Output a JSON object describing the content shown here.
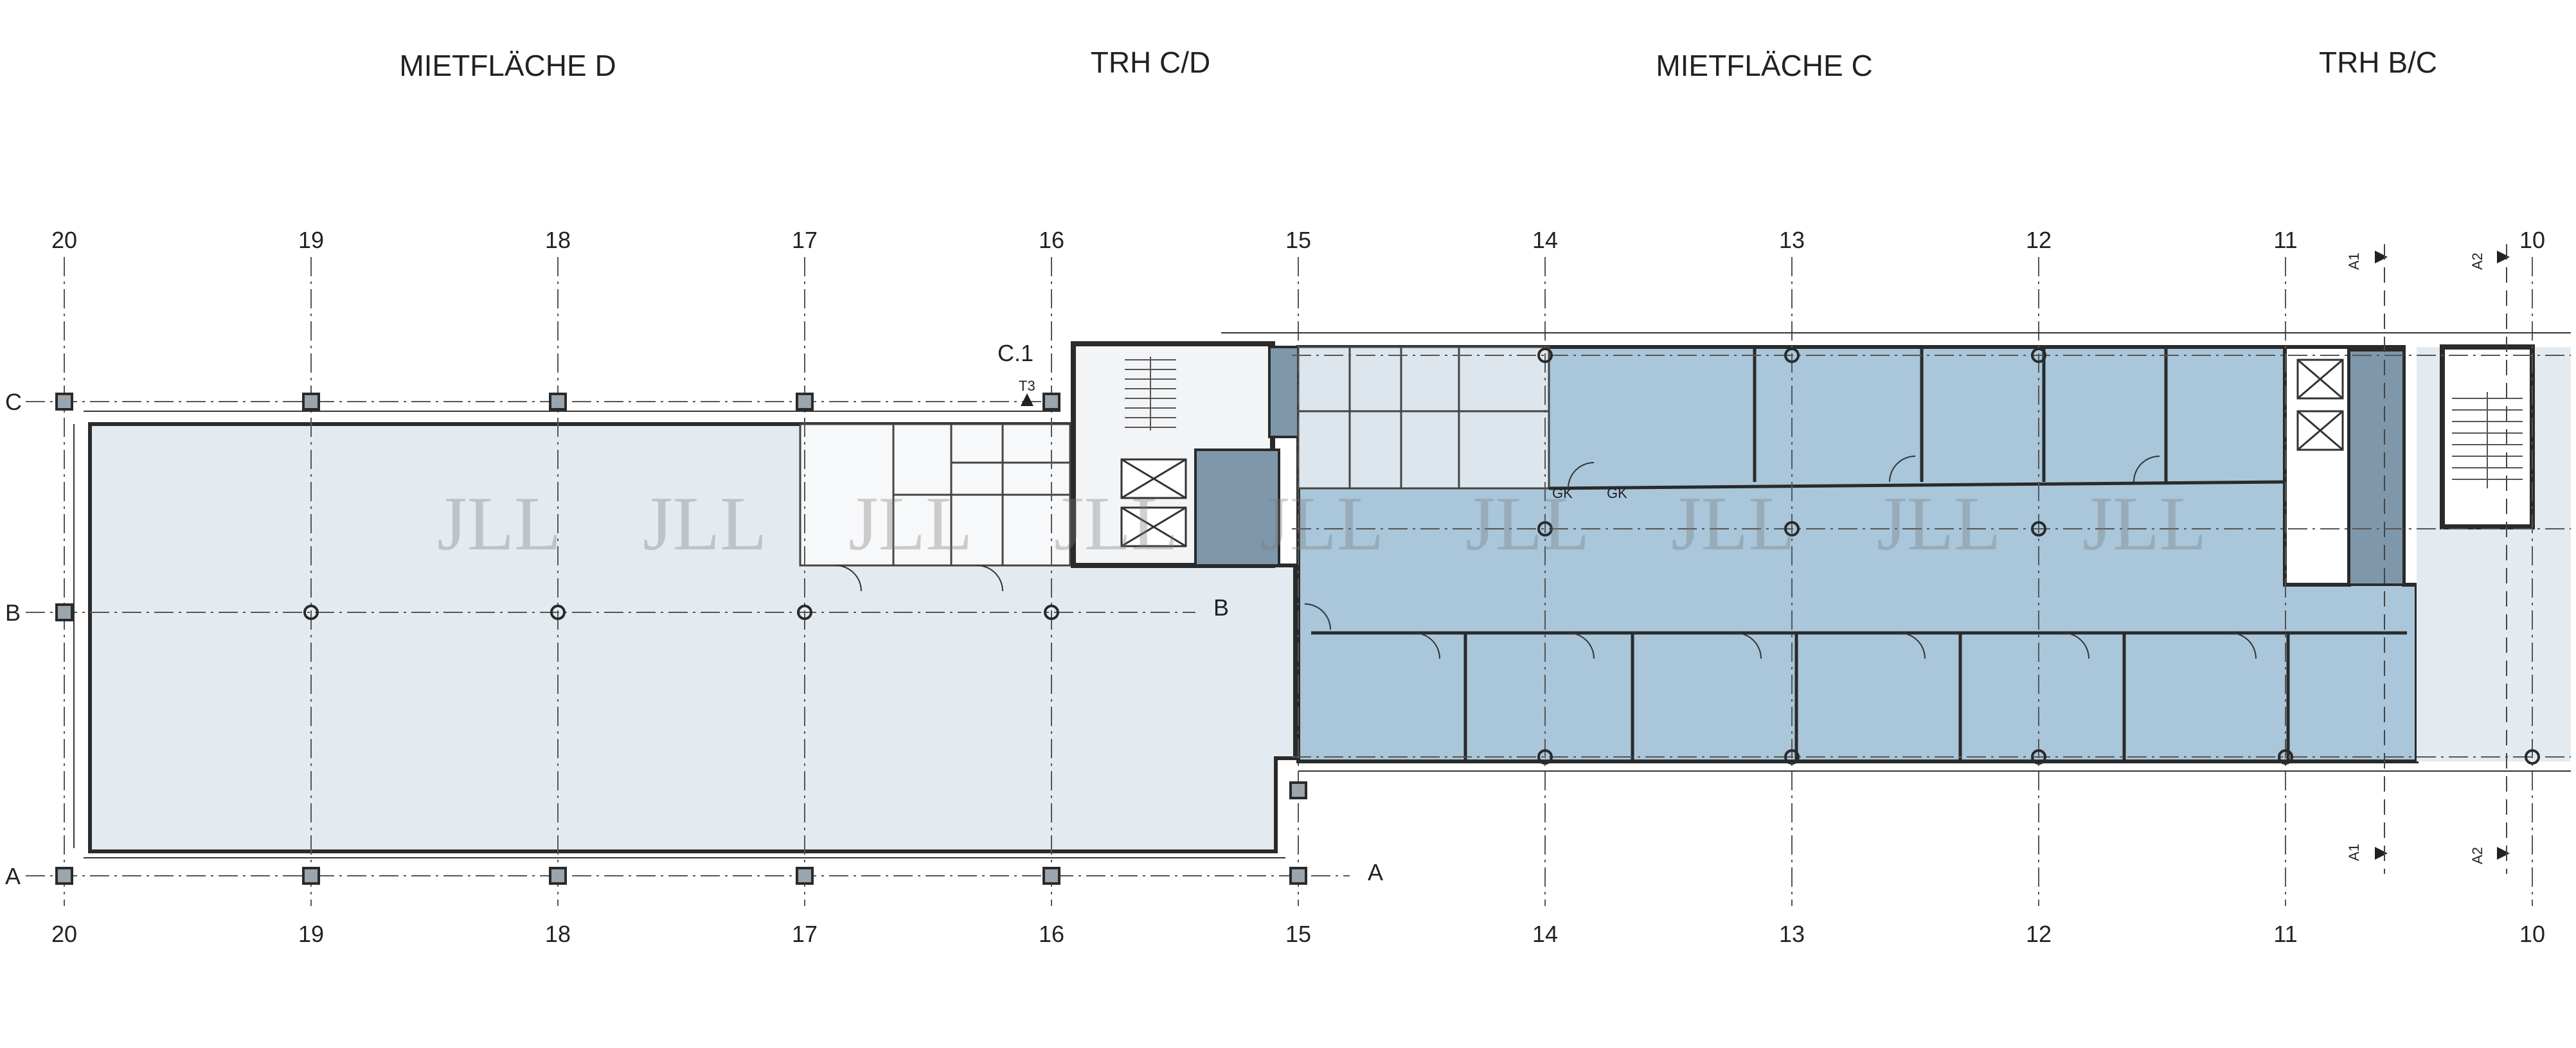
{
  "zones": {
    "mietflaeche_d": "MIETFLÄCHE D",
    "trh_cd": "TRH C/D",
    "mietflaeche_c": "MIETFLÄCHE C",
    "trh_bc": "TRH B/C"
  },
  "axes": {
    "a20": "20",
    "a19": "19",
    "a18": "18",
    "a17": "17",
    "a16": "16",
    "a15": "15",
    "a14": "14",
    "a13": "13",
    "a12": "12",
    "a11": "11",
    "a10": "10"
  },
  "rows": {
    "c": "C",
    "c1": "C.1",
    "b": "B",
    "b_right": "B",
    "a": "A",
    "a_right": "A"
  },
  "section_marks": {
    "a1_top": "A1",
    "a2_top": "A2",
    "a1_bottom": "A1",
    "a2_bottom": "A2"
  },
  "annotations": {
    "gk1": "GK",
    "gk2": "GK",
    "t3": "T3"
  },
  "watermark": {
    "text": "JLL"
  },
  "colors": {
    "area_d": "#e4ebf0",
    "area_c": "#a9c6da",
    "core": "#7e97ab",
    "line": "#2a2a2a"
  }
}
